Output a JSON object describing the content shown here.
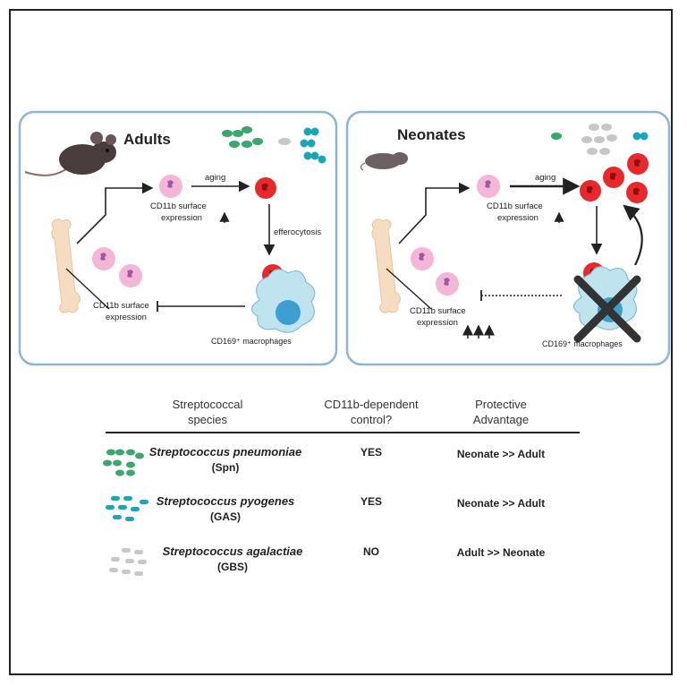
{
  "panels": {
    "adults": {
      "title": "Adults",
      "aging": "aging",
      "surface_line1": "CD11b surface",
      "surface_line2": "expression",
      "efferocytosis": "efferocytosis",
      "bone_surface_line1": "CD11b surface",
      "bone_surface_line2": "expression",
      "macrophage_label": "CD169⁺ macrophages"
    },
    "neonates": {
      "title": "Neonates",
      "aging": "aging",
      "surface_line1": "CD11b surface",
      "surface_line2": "expression",
      "bone_surface_line1": "CD11b surface",
      "bone_surface_line2": "expression",
      "macrophage_label": "CD169⁺ macrophages"
    }
  },
  "table": {
    "headers": [
      {
        "line1": "Streptococcal",
        "line2": "species"
      },
      {
        "line1": "CD11b-dependent",
        "line2": "control?"
      },
      {
        "line1": "Protective",
        "line2": "Advantage"
      }
    ],
    "rows": [
      {
        "species": "Streptococcus pneumoniae",
        "abbr": "(Spn)",
        "control": "YES",
        "advantage": "Neonate >> Adult",
        "color": "#3aa76d"
      },
      {
        "species": "Streptococcus pyogenes",
        "abbr": "(GAS)",
        "control": "YES",
        "advantage": "Neonate >> Adult",
        "color": "#1aa6b7"
      },
      {
        "species": "Streptococcus agalactiae",
        "abbr": "(GBS)",
        "control": "NO",
        "advantage": "Adult >> Neonate",
        "color": "#c7c7c7"
      }
    ]
  },
  "colors": {
    "panel_border": "#8eb4d8",
    "neutrophil_young": "#f3b6d6",
    "neutrophil_aged": "#e8282b",
    "macrophage": "#bfe3ef",
    "macrophage_nucleus": "#3d9fd0"
  }
}
